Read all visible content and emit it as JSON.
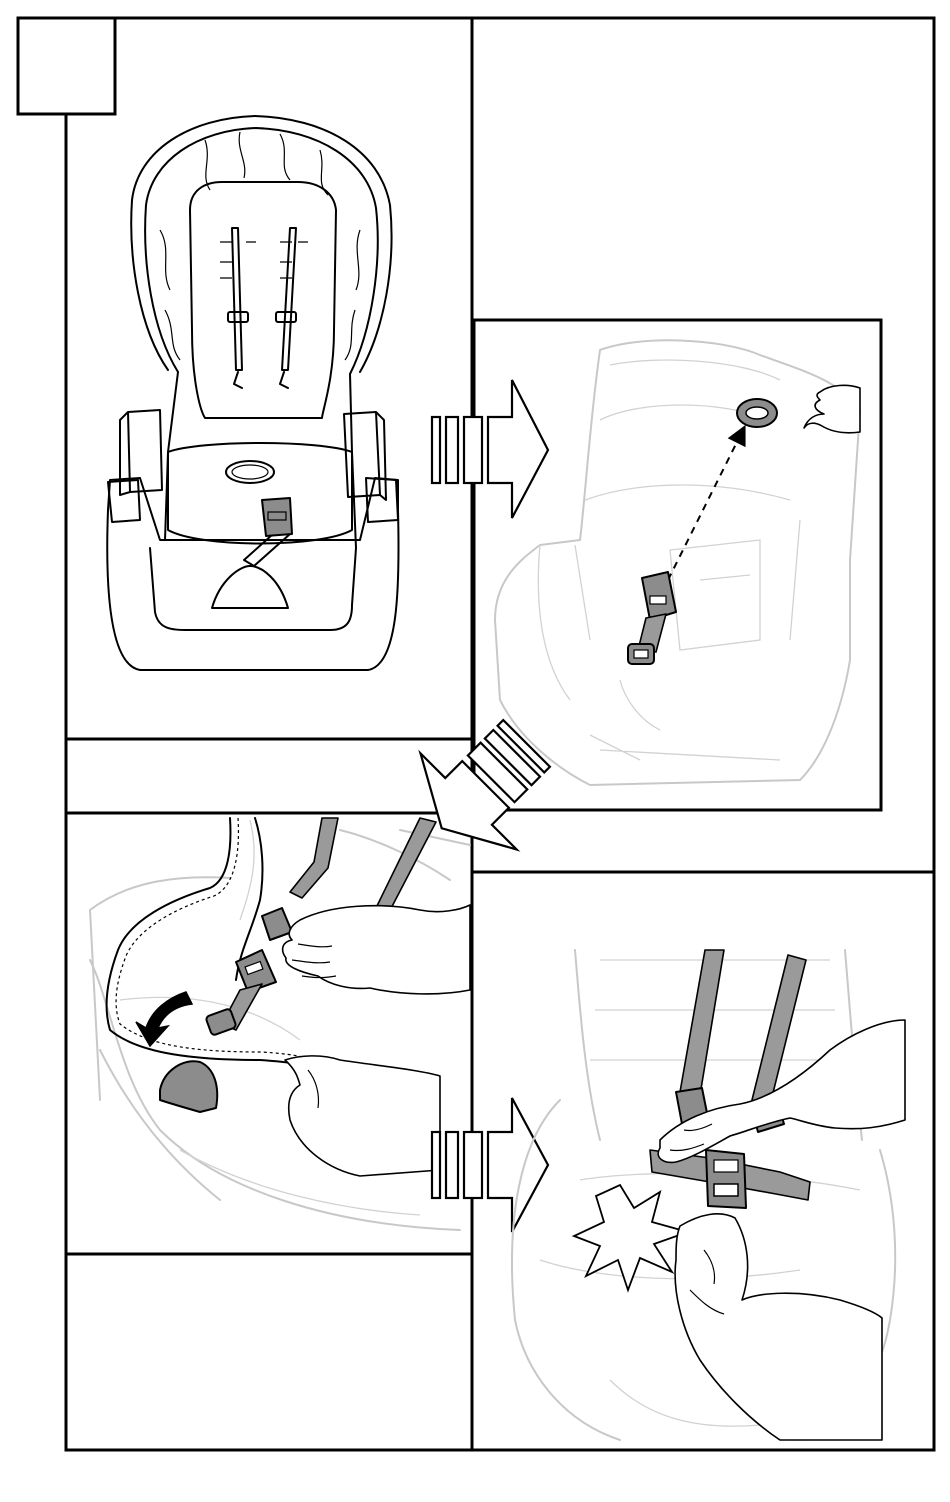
{
  "figure": {
    "step_label": "",
    "panels": [
      {
        "id": "panel-1",
        "content": "seat-overview"
      },
      {
        "id": "panel-2",
        "content": "detach-crotch-strap"
      },
      {
        "id": "panel-3",
        "content": "pull-strap-through-cushion"
      },
      {
        "id": "panel-4",
        "content": "fasten-harness-buckle"
      }
    ],
    "arrows": [
      {
        "from": "panel-1",
        "to": "panel-2",
        "direction": "right"
      },
      {
        "from": "panel-2",
        "to": "panel-3",
        "direction": "down-left"
      },
      {
        "from": "panel-3",
        "to": "panel-4",
        "direction": "right"
      }
    ]
  },
  "colors": {
    "outline": "#000000",
    "ghost_outline": "#c8c8c8",
    "strap_fill": "#9a9a9a",
    "background": "#ffffff"
  }
}
